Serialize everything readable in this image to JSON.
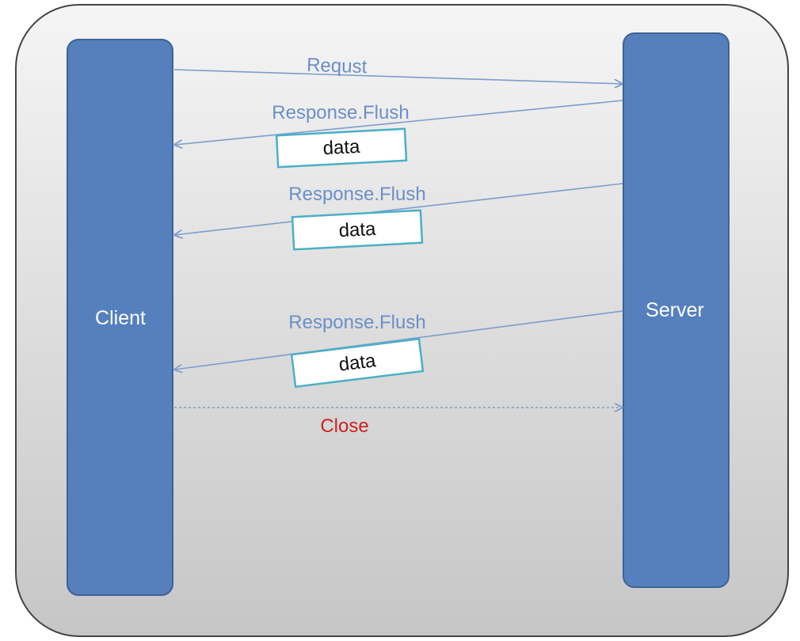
{
  "diagram": {
    "client_label": "Client",
    "server_label": "Server",
    "messages": [
      {
        "label": "Requst",
        "direction": "client-to-server",
        "style": "solid"
      },
      {
        "label": "Response.Flush",
        "direction": "server-to-client",
        "style": "solid",
        "payload": "data"
      },
      {
        "label": "Response.Flush",
        "direction": "server-to-client",
        "style": "solid",
        "payload": "data"
      },
      {
        "label": "Response.Flush",
        "direction": "server-to-client",
        "style": "solid",
        "payload": "data"
      },
      {
        "label": "Close",
        "direction": "client-to-server",
        "style": "dotted"
      }
    ]
  },
  "colors": {
    "lifeline_fill": "#5580BD",
    "lifeline_stroke": "#3E6294",
    "arrow": "#7E9CCB",
    "message_label": "#6C8FC8",
    "close_label": "#CC2222",
    "payload_border": "#4BAFC7",
    "payload_text": "#111111",
    "panel_top": "#F5F5F5",
    "panel_bottom": "#C6C6C6",
    "panel_border": "#444444"
  }
}
